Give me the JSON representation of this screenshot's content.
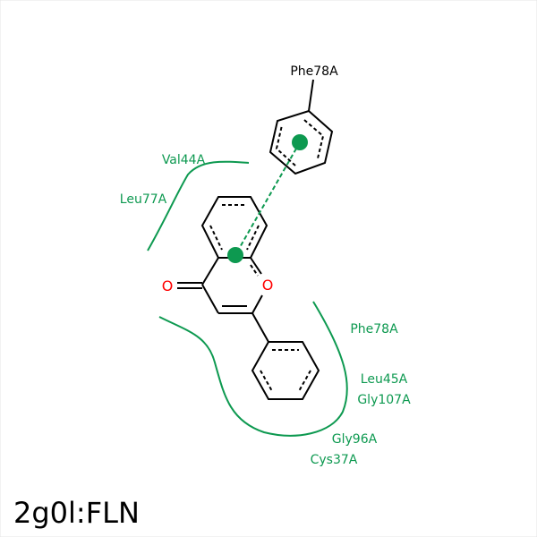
{
  "colors": {
    "background": "#ffffff",
    "bond": "#000000",
    "interaction": "#0d9950",
    "oxygen": "#ff0000"
  },
  "ligand": {
    "oxygen_carbonyl": "O",
    "oxygen_ring": "O"
  },
  "residues": {
    "phe78_top": "Phe78A",
    "val44": "Val44A",
    "leu77": "Leu77A",
    "phe78_right": "Phe78A",
    "leu45": "Leu45A",
    "gly107": "Gly107A",
    "gly96": "Gly96A",
    "cys37": "Cys37A"
  },
  "interaction": {
    "type": "pi-pi stacking",
    "between": [
      "Phe78A ring",
      "ligand benzo ring"
    ]
  },
  "caption": "2g0l:FLN"
}
